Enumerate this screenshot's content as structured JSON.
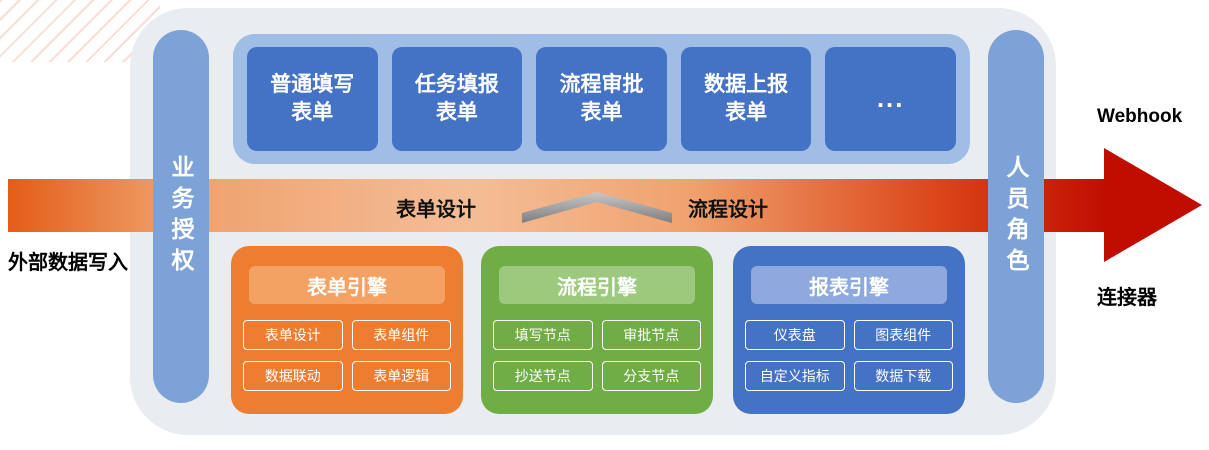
{
  "labels": {
    "external_in": "外部数据写入",
    "webhook": "Webhook",
    "connector": "连接器",
    "left_bar": "业务授权",
    "right_bar": "人员角色",
    "band_left": "表单设计",
    "band_right": "流程设计"
  },
  "top_forms": [
    "普通填写表单",
    "任务填报表单",
    "流程审批表单",
    "数据上报表单",
    "..."
  ],
  "engines": [
    {
      "title": "表单引擎",
      "color": "#ed7d31",
      "header_color": "#f3a263",
      "items": [
        "表单设计",
        "表单组件",
        "数据联动",
        "表单逻辑"
      ]
    },
    {
      "title": "流程引擎",
      "color": "#70ad47",
      "header_color": "#9cc97d",
      "items": [
        "填写节点",
        "审批节点",
        "抄送节点",
        "分支节点"
      ]
    },
    {
      "title": "报表引擎",
      "color": "#4472c4",
      "header_color": "#8da9dd",
      "items": [
        "仪表盘",
        "图表组件",
        "自定义指标",
        "数据下载"
      ]
    }
  ],
  "colors": {
    "panel_bg": "#e9ecf0",
    "pillar_blue": "#7da2d8",
    "form_group_bg": "#9fbde5",
    "form_btn_blue": "#4472c4",
    "band_start": "#e35d17",
    "band_mid": "#f4bd97",
    "band_end": "#c00d00"
  }
}
